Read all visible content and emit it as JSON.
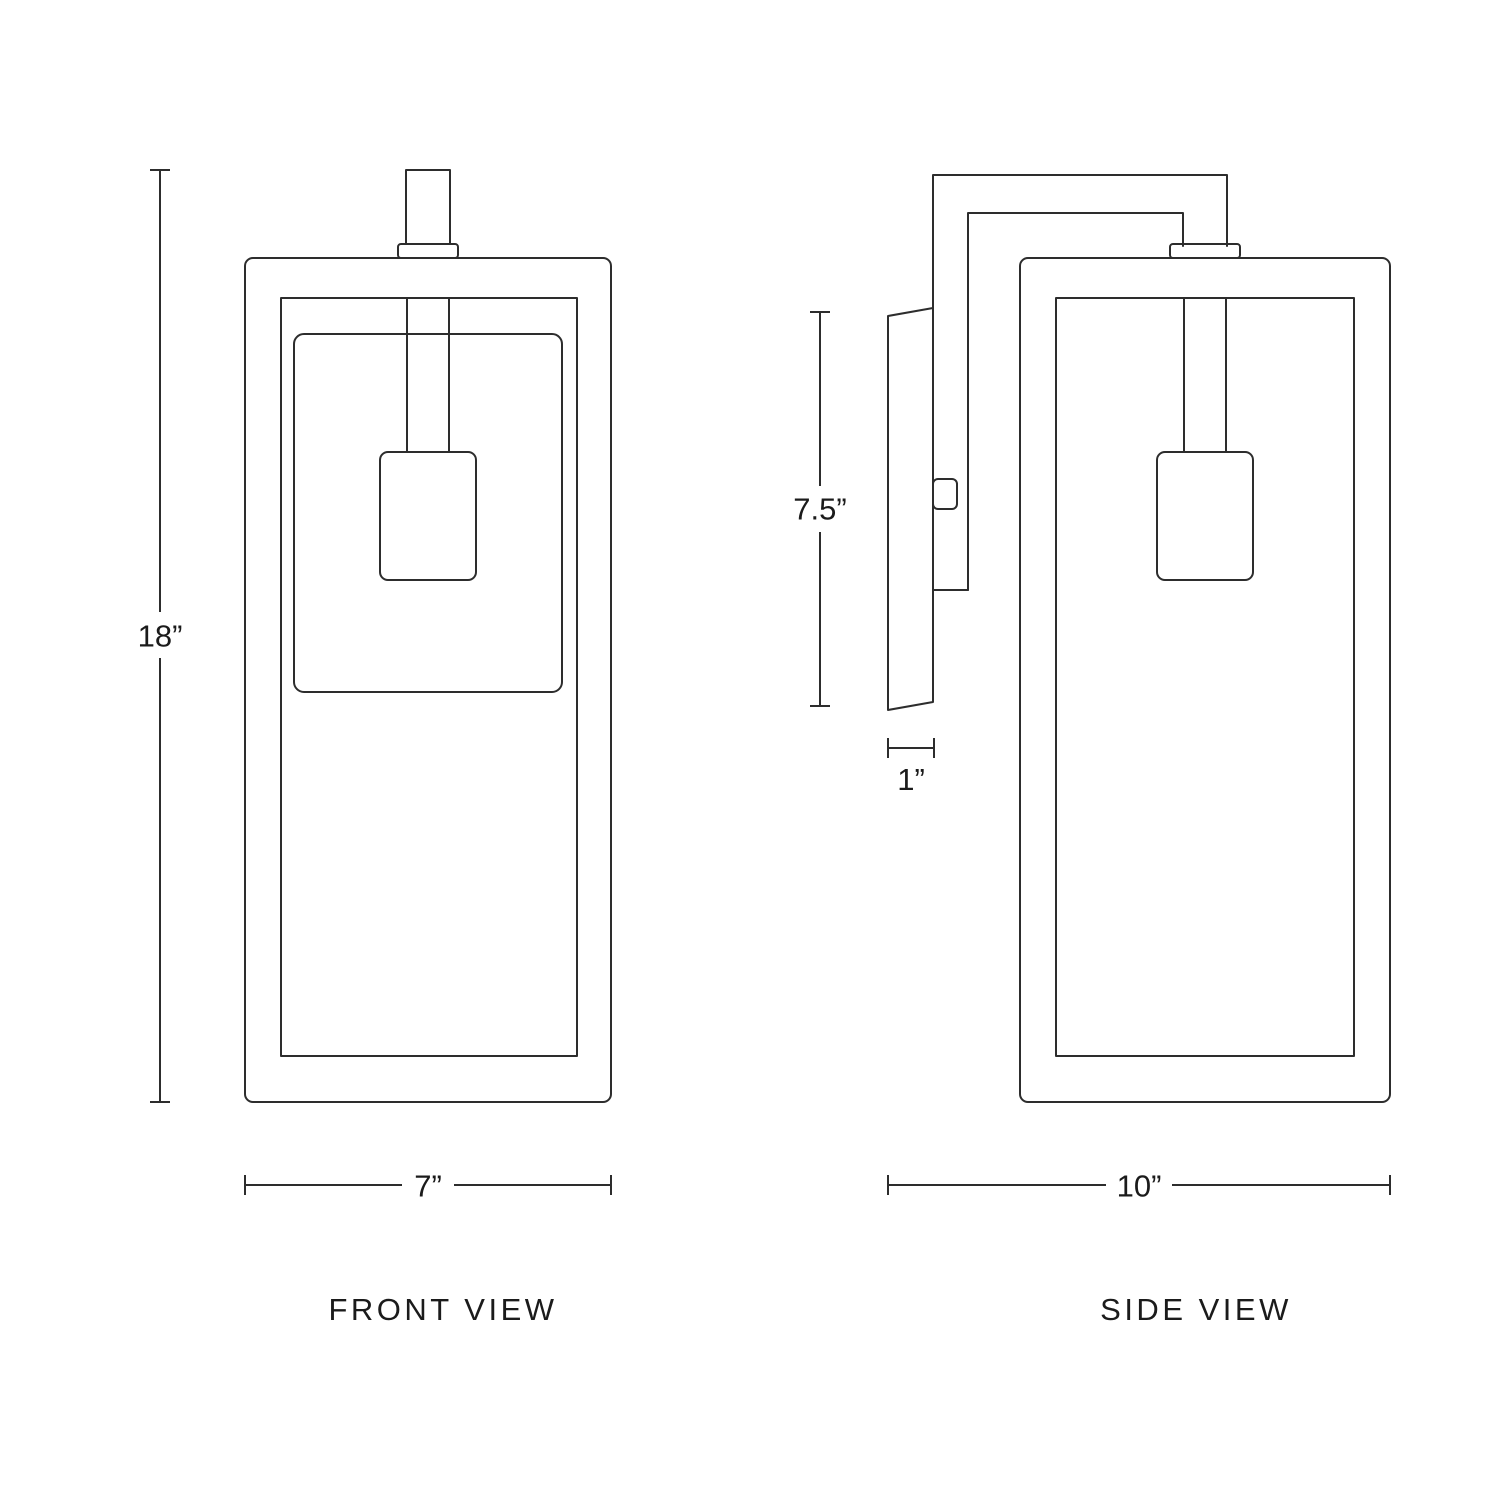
{
  "diagram": {
    "kind": "technical dimension line drawing of a wall sconce light fixture",
    "colors": {
      "line": "#2d2d2d",
      "text": "#1b1b1b",
      "background": "#ffffff"
    },
    "front_view": {
      "caption": "FRONT VIEW",
      "dimensions": {
        "height": {
          "label": "18”",
          "inches": 18,
          "axis": "overall height"
        },
        "width": {
          "label": "7”",
          "inches": 7,
          "axis": "overall width"
        }
      }
    },
    "side_view": {
      "caption": "SIDE VIEW",
      "dimensions": {
        "backplate_height": {
          "label": "7.5”",
          "inches": 7.5,
          "axis": "backplate height"
        },
        "backplate_depth": {
          "label": "1”",
          "inches": 1,
          "axis": "backplate depth"
        },
        "overall_depth": {
          "label": "10”",
          "inches": 10,
          "axis": "overall projection"
        }
      }
    }
  }
}
